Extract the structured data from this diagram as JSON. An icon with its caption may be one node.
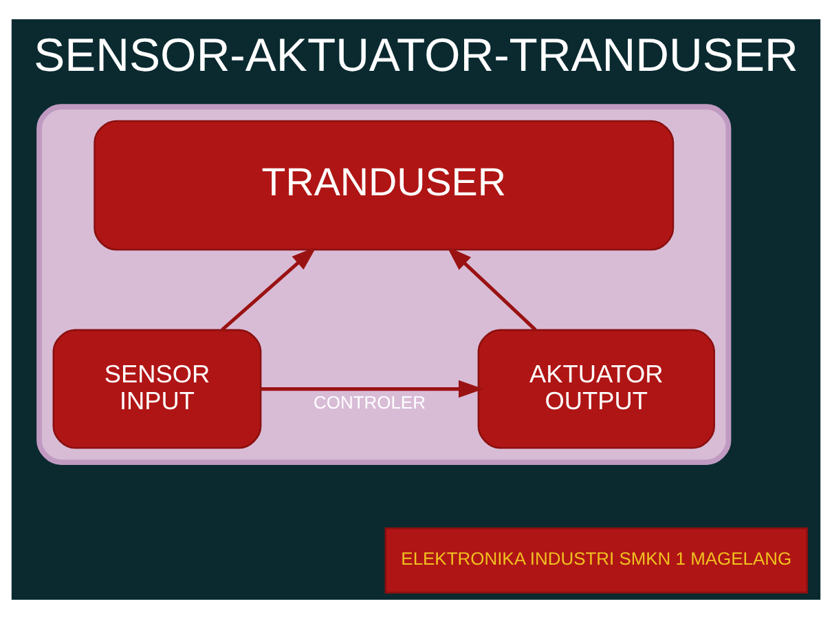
{
  "diagram": {
    "title": "SENSOR-AKTUATOR-TRANDUSER",
    "nodes": [
      {
        "text": [],
        "shape": "box"
      },
      {
        "text": [
          "TRANDUSER"
        ],
        "in": 0
      },
      {
        "text": [
          "SENSOR",
          "INPUT"
        ],
        "in": 0
      },
      {
        "text": [
          "AKTUATOR",
          "OUTPUT"
        ],
        "in": 0
      }
    ],
    "edges": [
      {
        "from": 2,
        "to": 1,
        "arrow": "to"
      },
      {
        "from": 3,
        "to": 1,
        "arrow": "to"
      },
      {
        "from": 2,
        "to": 3,
        "arrow": "to",
        "label": "CONTROLER"
      }
    ],
    "labels": [
      "ELEKTRONIKA INDUSTRI SMKN 1 MAGELANG"
    ]
  }
}
